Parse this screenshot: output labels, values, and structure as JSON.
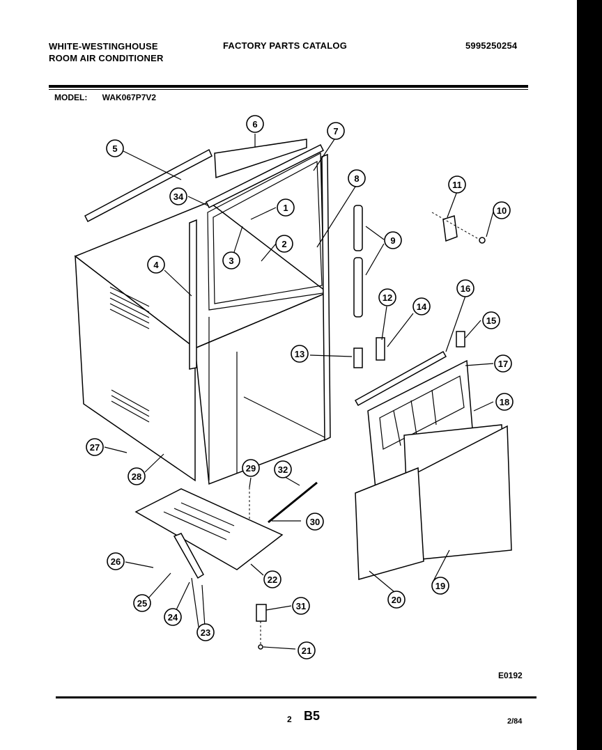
{
  "header": {
    "brand_line1": "WHITE-WESTINGHOUSE",
    "brand_line2": "ROOM AIR CONDITIONER",
    "catalog_title": "FACTORY PARTS CATALOG",
    "catalog_number": "5995250254"
  },
  "model": {
    "label": "MODEL:",
    "value": "WAK067P7V2"
  },
  "diagram": {
    "callouts": [
      "1",
      "2",
      "3",
      "4",
      "5",
      "6",
      "7",
      "8",
      "9",
      "10",
      "11",
      "12",
      "13",
      "14",
      "15",
      "16",
      "17",
      "18",
      "19",
      "20",
      "21",
      "22",
      "23",
      "24",
      "25",
      "26",
      "27",
      "28",
      "29",
      "30",
      "31",
      "32",
      "34"
    ]
  },
  "footer": {
    "drawing_code": "E0192",
    "page_number": "2",
    "page_code": "B5",
    "date": "2/84"
  }
}
